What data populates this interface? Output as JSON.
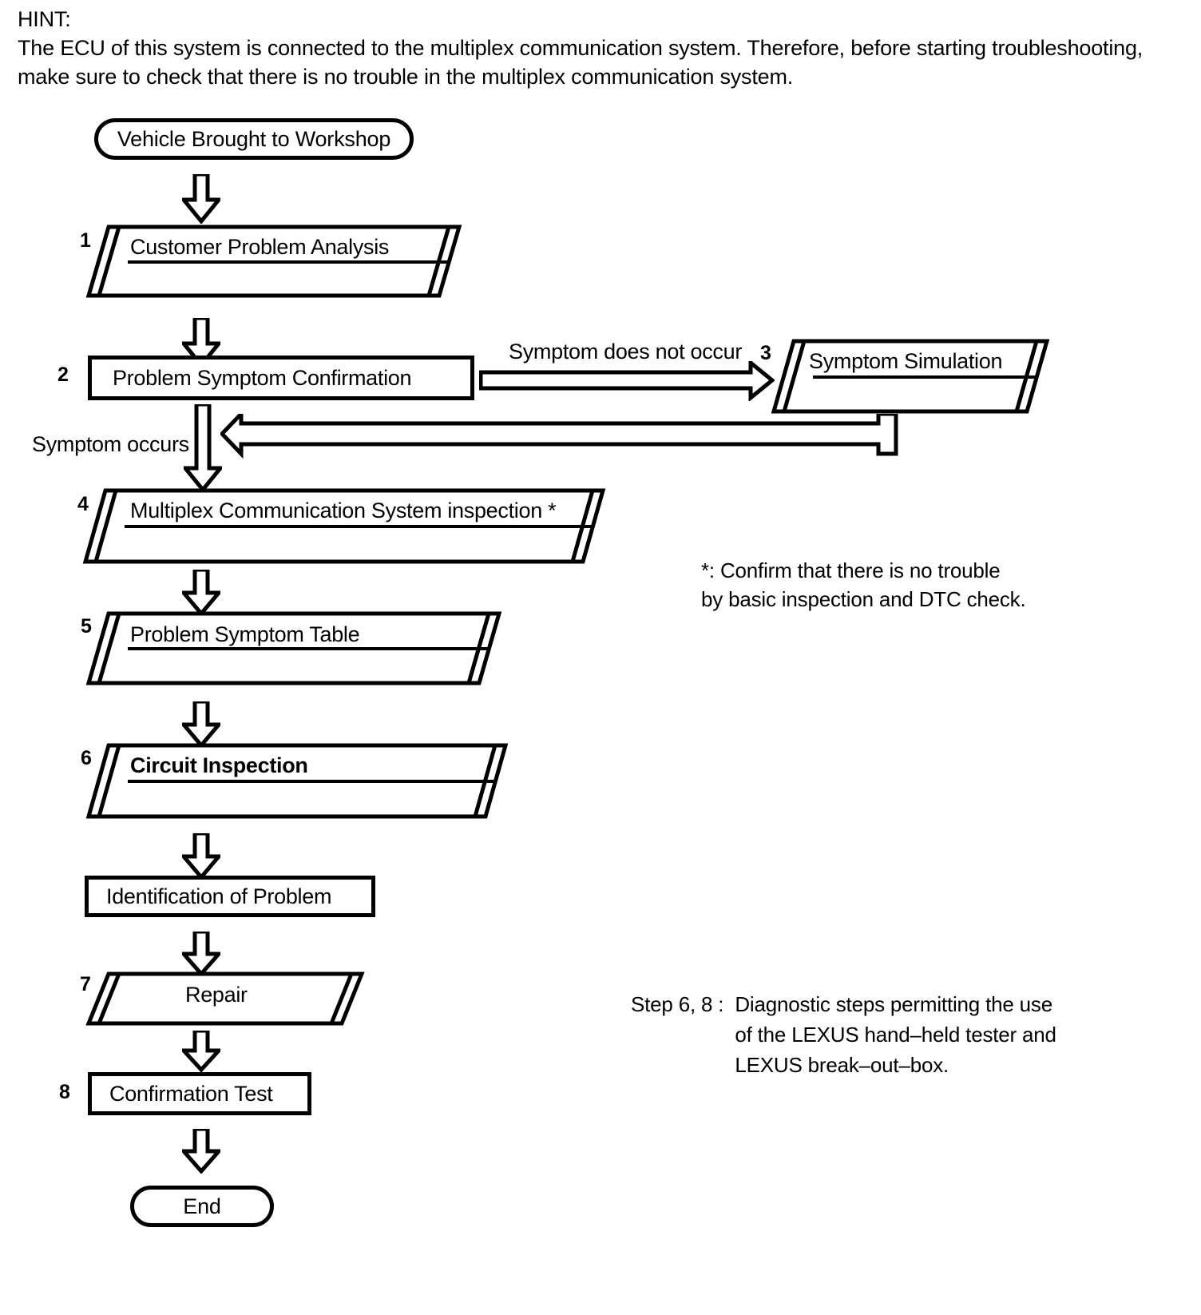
{
  "hint": {
    "label": "HINT:",
    "body": "The ECU of this system is connected to the multiplex communication system. Therefore, before starting troubleshooting, make sure to check that there is no trouble in the multiplex communication system."
  },
  "chart_data": {
    "type": "diagram",
    "title": "Troubleshooting flowchart",
    "nodes": [
      {
        "id": "start",
        "shape": "terminator",
        "label": "Vehicle Brought to Workshop",
        "step": ""
      },
      {
        "id": "n1",
        "shape": "document",
        "label": "Customer Problem Analysis",
        "step": "1"
      },
      {
        "id": "n2",
        "shape": "rectangle",
        "label": "Problem Symptom Confirmation",
        "step": "2"
      },
      {
        "id": "n3",
        "shape": "document",
        "label": "Symptom Simulation",
        "step": "3"
      },
      {
        "id": "n4",
        "shape": "document",
        "label": "Multiplex Communication System inspection *",
        "step": "4"
      },
      {
        "id": "n5",
        "shape": "document",
        "label": "Problem Symptom Table",
        "step": "5"
      },
      {
        "id": "n6",
        "shape": "document",
        "label": "Circuit Inspection",
        "step": "6",
        "bold": true
      },
      {
        "id": "n7",
        "shape": "rectangle",
        "label": "Identification of Problem",
        "step": ""
      },
      {
        "id": "n8",
        "shape": "parallelogram",
        "label": "Repair",
        "step": "7"
      },
      {
        "id": "n9",
        "shape": "rectangle",
        "label": "Confirmation Test",
        "step": "8"
      },
      {
        "id": "end",
        "shape": "terminator",
        "label": "End",
        "step": ""
      }
    ],
    "edges": [
      {
        "from": "start",
        "to": "n1",
        "label": ""
      },
      {
        "from": "n1",
        "to": "n2",
        "label": ""
      },
      {
        "from": "n2",
        "to": "n3",
        "label": "Symptom does not occur"
      },
      {
        "from": "n3",
        "to": "n4",
        "label": ""
      },
      {
        "from": "n2",
        "to": "n4",
        "label": "Symptom occurs"
      },
      {
        "from": "n4",
        "to": "n5",
        "label": ""
      },
      {
        "from": "n5",
        "to": "n6",
        "label": ""
      },
      {
        "from": "n6",
        "to": "n7",
        "label": ""
      },
      {
        "from": "n7",
        "to": "n8",
        "label": ""
      },
      {
        "from": "n8",
        "to": "n9",
        "label": ""
      },
      {
        "from": "n9",
        "to": "end",
        "label": ""
      }
    ]
  },
  "nodes": {
    "start": {
      "label": "Vehicle Brought to Workshop"
    },
    "n1": {
      "step": "1",
      "label": "Customer Problem Analysis"
    },
    "n2": {
      "step": "2",
      "label": "Problem Symptom Confirmation"
    },
    "n3": {
      "step": "3",
      "label": "Symptom Simulation"
    },
    "n4": {
      "step": "4",
      "label": "Multiplex Communication System inspection *"
    },
    "n5": {
      "step": "5",
      "label": "Problem Symptom Table"
    },
    "n6": {
      "step": "6",
      "label": "Circuit Inspection"
    },
    "n7": {
      "label": "Identification of Problem"
    },
    "n8": {
      "step": "7",
      "label": "Repair"
    },
    "n9": {
      "step": "8",
      "label": "Confirmation Test"
    },
    "end": {
      "label": "End"
    }
  },
  "edge_labels": {
    "not_occur": "Symptom does not occur",
    "occurs": "Symptom occurs"
  },
  "notes": {
    "asterisk": "*: Confirm that there is no trouble\nby basic inspection and DTC check.",
    "steps_key": "Step 6, 8 :",
    "steps_value": "Diagnostic steps permitting the use\nof the LEXUS hand–held tester and\nLEXUS break–out–box."
  },
  "colors": {
    "ink": "#000000",
    "paper": "#ffffff"
  }
}
